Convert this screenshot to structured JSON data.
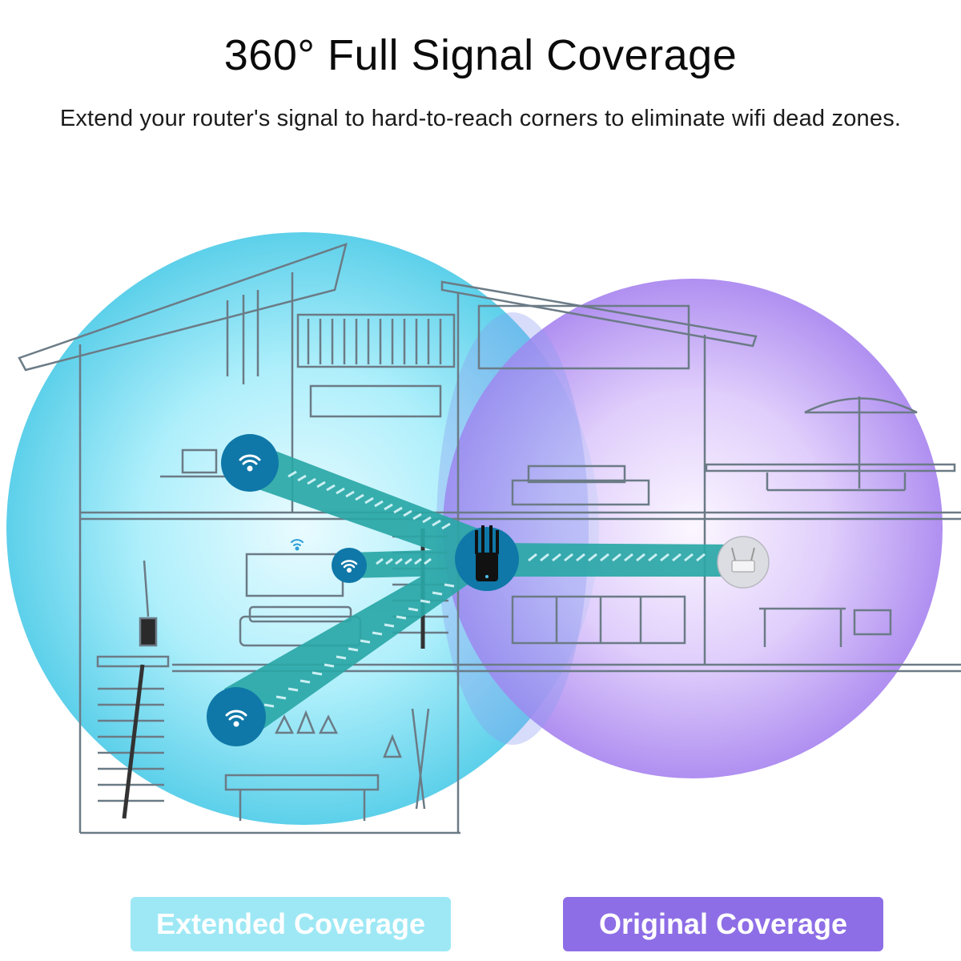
{
  "header": {
    "title": "360° Full Signal Coverage",
    "subtitle": "Extend your router's signal to hard-to-reach corners to eliminate wifi dead zones."
  },
  "legend": {
    "extended_label": "Extended Coverage",
    "original_label": "Original Coverage"
  },
  "colors": {
    "extended": "#8fe3f3",
    "original": "#b28cf0",
    "beam": "#2aa7a7",
    "node": "#0f78a8"
  },
  "icons": [
    "wifi-icon",
    "extender-icon",
    "router-icon"
  ]
}
